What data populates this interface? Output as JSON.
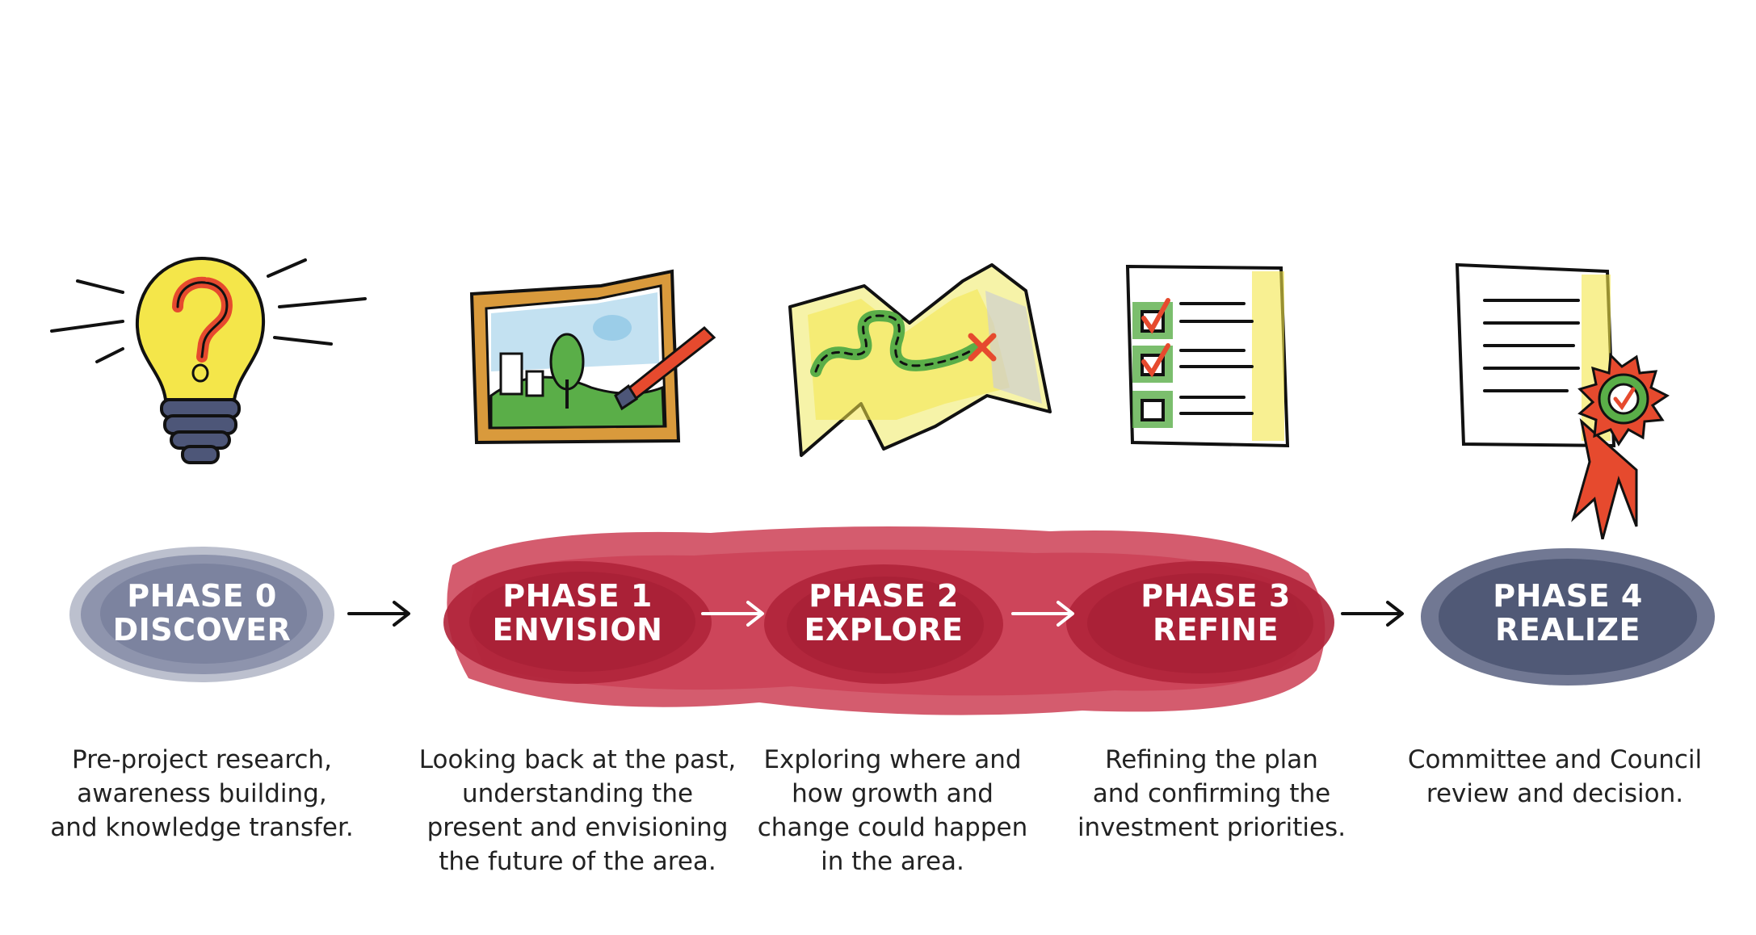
{
  "phases": [
    {
      "number": "PHASE 0",
      "name": "DISCOVER",
      "description": [
        "Pre-project research,",
        "awareness building,",
        "and knowledge transfer."
      ],
      "icon": "lightbulb-question-icon"
    },
    {
      "number": "PHASE 1",
      "name": "ENVISION",
      "description": [
        "Looking back at the past,",
        "understanding the",
        "present and envisioning",
        "the future of the area."
      ],
      "icon": "picture-frame-paintbrush-icon"
    },
    {
      "number": "PHASE 2",
      "name": "EXPLORE",
      "description": [
        "Exploring where and",
        "how growth and",
        "change could happen",
        "in the area."
      ],
      "icon": "treasure-map-icon"
    },
    {
      "number": "PHASE 3",
      "name": "REFINE",
      "description": [
        "Refining the plan",
        "and confirming the",
        "investment priorities."
      ],
      "icon": "checklist-icon"
    },
    {
      "number": "PHASE 4",
      "name": "REALIZE",
      "description": [
        "Committee and Council",
        "review and decision."
      ],
      "icon": "certificate-seal-icon"
    }
  ],
  "colors": {
    "slate_blue": "#4d5678",
    "slate_light": "#7f87a2",
    "crimson": "#b0233a",
    "red_wash": "#cc3f55",
    "yellow": "#f4e64a",
    "green": "#5aae48",
    "orange_red": "#e64a2e",
    "frame_orange": "#d99a3c",
    "sky_blue": "#9bcde8"
  }
}
